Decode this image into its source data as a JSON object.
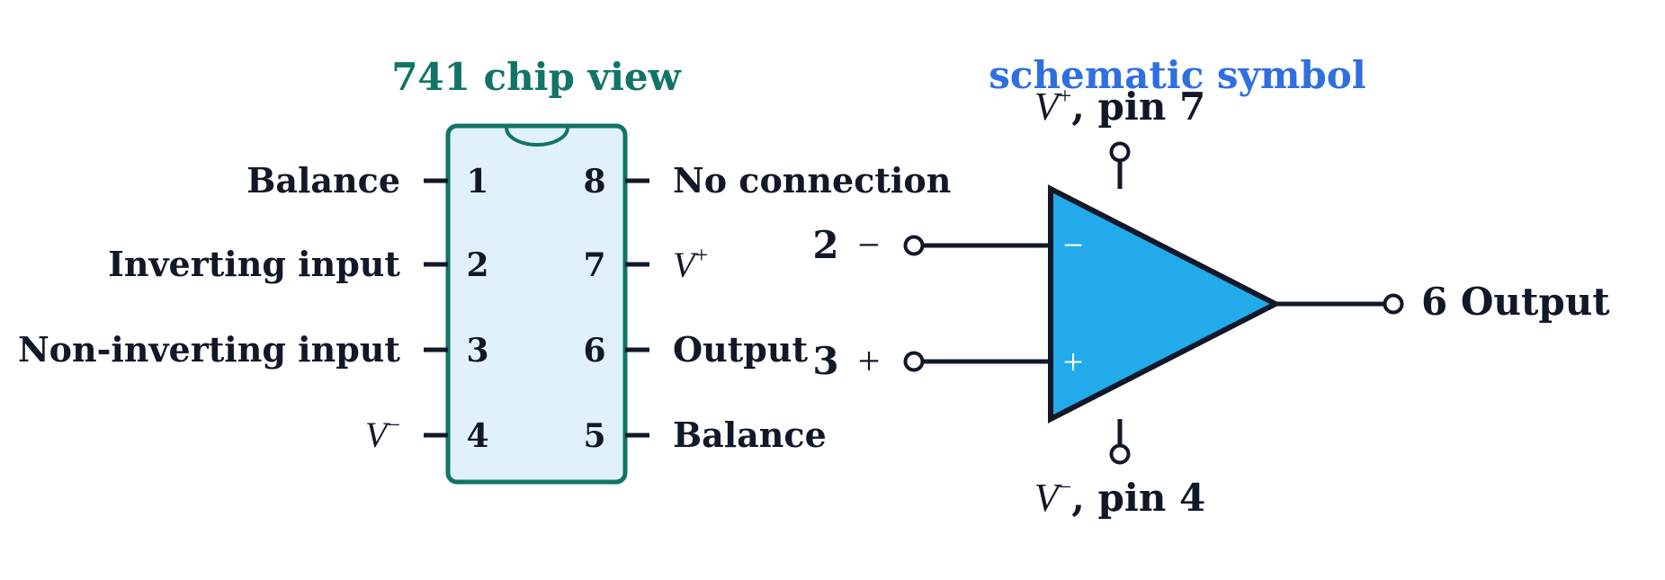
{
  "colors": {
    "teal": "#117466",
    "chip_fill": "#e0f1fc",
    "blue_title": "#2f6fe0",
    "opamp_fill": "#22aaeb",
    "ink": "#111827"
  },
  "chip": {
    "title": "741 chip view",
    "left_pins": [
      {
        "num": "1",
        "label": "Balance"
      },
      {
        "num": "2",
        "label": "Inverting input"
      },
      {
        "num": "3",
        "label": "Non-inverting input"
      },
      {
        "num": "4",
        "label": "V",
        "sup": "−"
      }
    ],
    "right_pins": [
      {
        "num": "8",
        "label": "No connection"
      },
      {
        "num": "7",
        "label": "V",
        "sup": "+"
      },
      {
        "num": "6",
        "label": "Output"
      },
      {
        "num": "5",
        "label": "Balance"
      }
    ]
  },
  "symbol": {
    "title": "schematic symbol",
    "vplus": {
      "v": "V",
      "sup": "+",
      "rest": ", pin 7"
    },
    "vminus": {
      "v": "V",
      "sup": "−",
      "rest": ", pin 4"
    },
    "inv_input": {
      "num": "2",
      "sign": "−"
    },
    "noninv_input": {
      "num": "3",
      "sign": "+"
    },
    "output": {
      "label": "6 Output"
    },
    "inner_minus": "−",
    "inner_plus": "+"
  }
}
